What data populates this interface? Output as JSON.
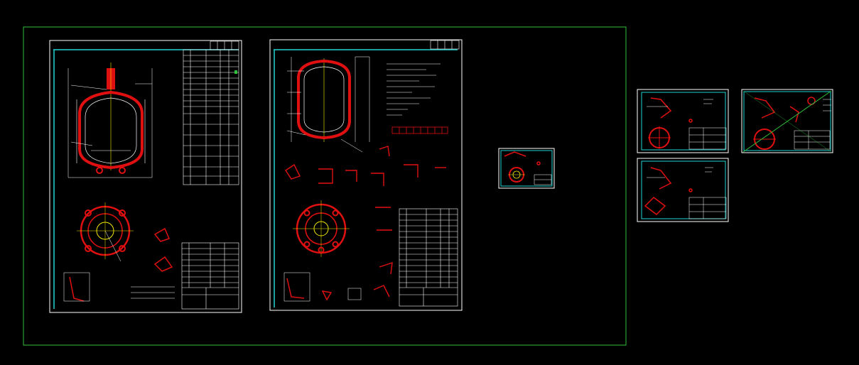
{
  "viewport": {
    "background": "#000000",
    "layout_frame_color": "#2fbf3a",
    "sheet_border_color": "#ffffff",
    "inner_frame_color": "#22d4d4",
    "drawing_color": "#e01010",
    "line_color": "#ffffff",
    "highlight_color": "#f5e800",
    "table_color": "#ffffff"
  },
  "sheets": [
    {
      "id": "sheet-1",
      "kind": "assembly-vessel"
    },
    {
      "id": "sheet-2",
      "kind": "vessel-details"
    },
    {
      "id": "sheet-3",
      "kind": "small-part"
    },
    {
      "id": "sheet-4",
      "kind": "small-part"
    },
    {
      "id": "sheet-5",
      "kind": "small-part-crossed"
    },
    {
      "id": "sheet-6",
      "kind": "small-part"
    }
  ]
}
